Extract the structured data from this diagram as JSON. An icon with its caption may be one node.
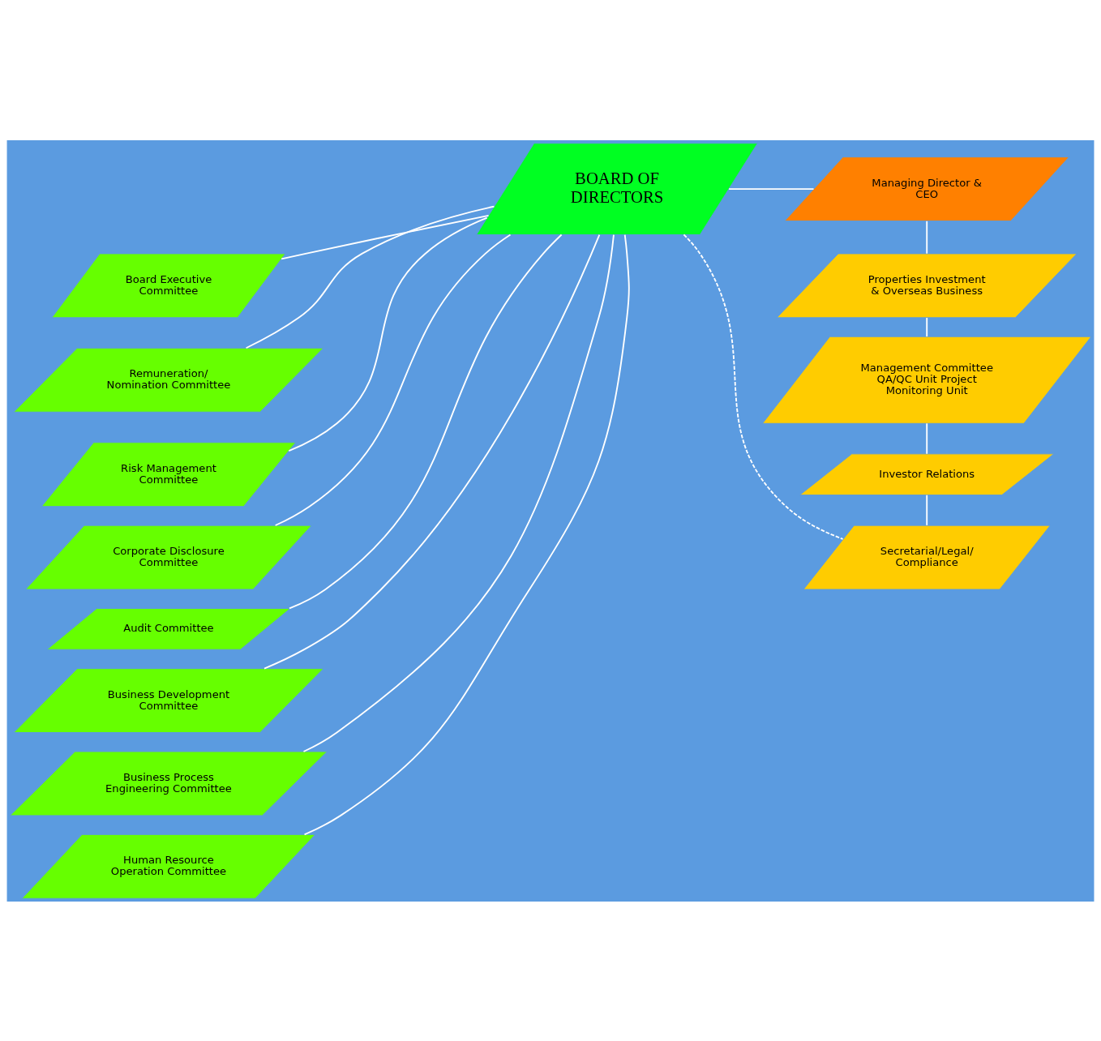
{
  "diagram": {
    "nodes": [
      {
        "text": [
          "BOARD OF DIRECTORS"
        ]
      },
      {
        "text": [
          "Managing Director & CEO"
        ]
      },
      {
        "text": [
          "Board Executive Committee"
        ]
      },
      {
        "text": [
          "Remuneration/ Nomination Committee"
        ]
      },
      {
        "text": [
          "Risk Management Committee"
        ]
      },
      {
        "text": [
          "Corporate Disclosure Committee"
        ]
      },
      {
        "text": [
          "Audit Committee"
        ]
      },
      {
        "text": [
          "Business Development Committee"
        ]
      },
      {
        "text": [
          "Business Process Engineering Committee"
        ]
      },
      {
        "text": [
          "Human Resource Operation Committee"
        ]
      },
      {
        "text": [
          "Properties Investment & Overseas Business"
        ]
      },
      {
        "text": [
          "Management Committee QA/QC Unit Project Monitoring Unit"
        ]
      },
      {
        "text": [
          "Investor Relations"
        ]
      },
      {
        "text": [
          "Secretarial/Legal/ Compliance"
        ]
      }
    ],
    "edges": [
      {
        "from": 0,
        "to": 1,
        "arrow": "none"
      },
      {
        "from": 0,
        "to": 2,
        "arrow": "none"
      },
      {
        "from": 0,
        "to": 3,
        "arrow": "none"
      },
      {
        "from": 0,
        "to": 4,
        "arrow": "none"
      },
      {
        "from": 0,
        "to": 5,
        "arrow": "none"
      },
      {
        "from": 0,
        "to": 6,
        "arrow": "none"
      },
      {
        "from": 0,
        "to": 7,
        "arrow": "none"
      },
      {
        "from": 0,
        "to": 8,
        "arrow": "none"
      },
      {
        "from": 0,
        "to": 9,
        "arrow": "none"
      },
      {
        "from": 1,
        "to": 10,
        "arrow": "none"
      },
      {
        "from": 10,
        "to": 11,
        "arrow": "none"
      },
      {
        "from": 11,
        "to": 12,
        "arrow": "none"
      },
      {
        "from": 12,
        "to": 13,
        "arrow": "none"
      },
      {
        "from": 0,
        "to": 13,
        "arrow": "none",
        "style": "dashed"
      }
    ]
  }
}
